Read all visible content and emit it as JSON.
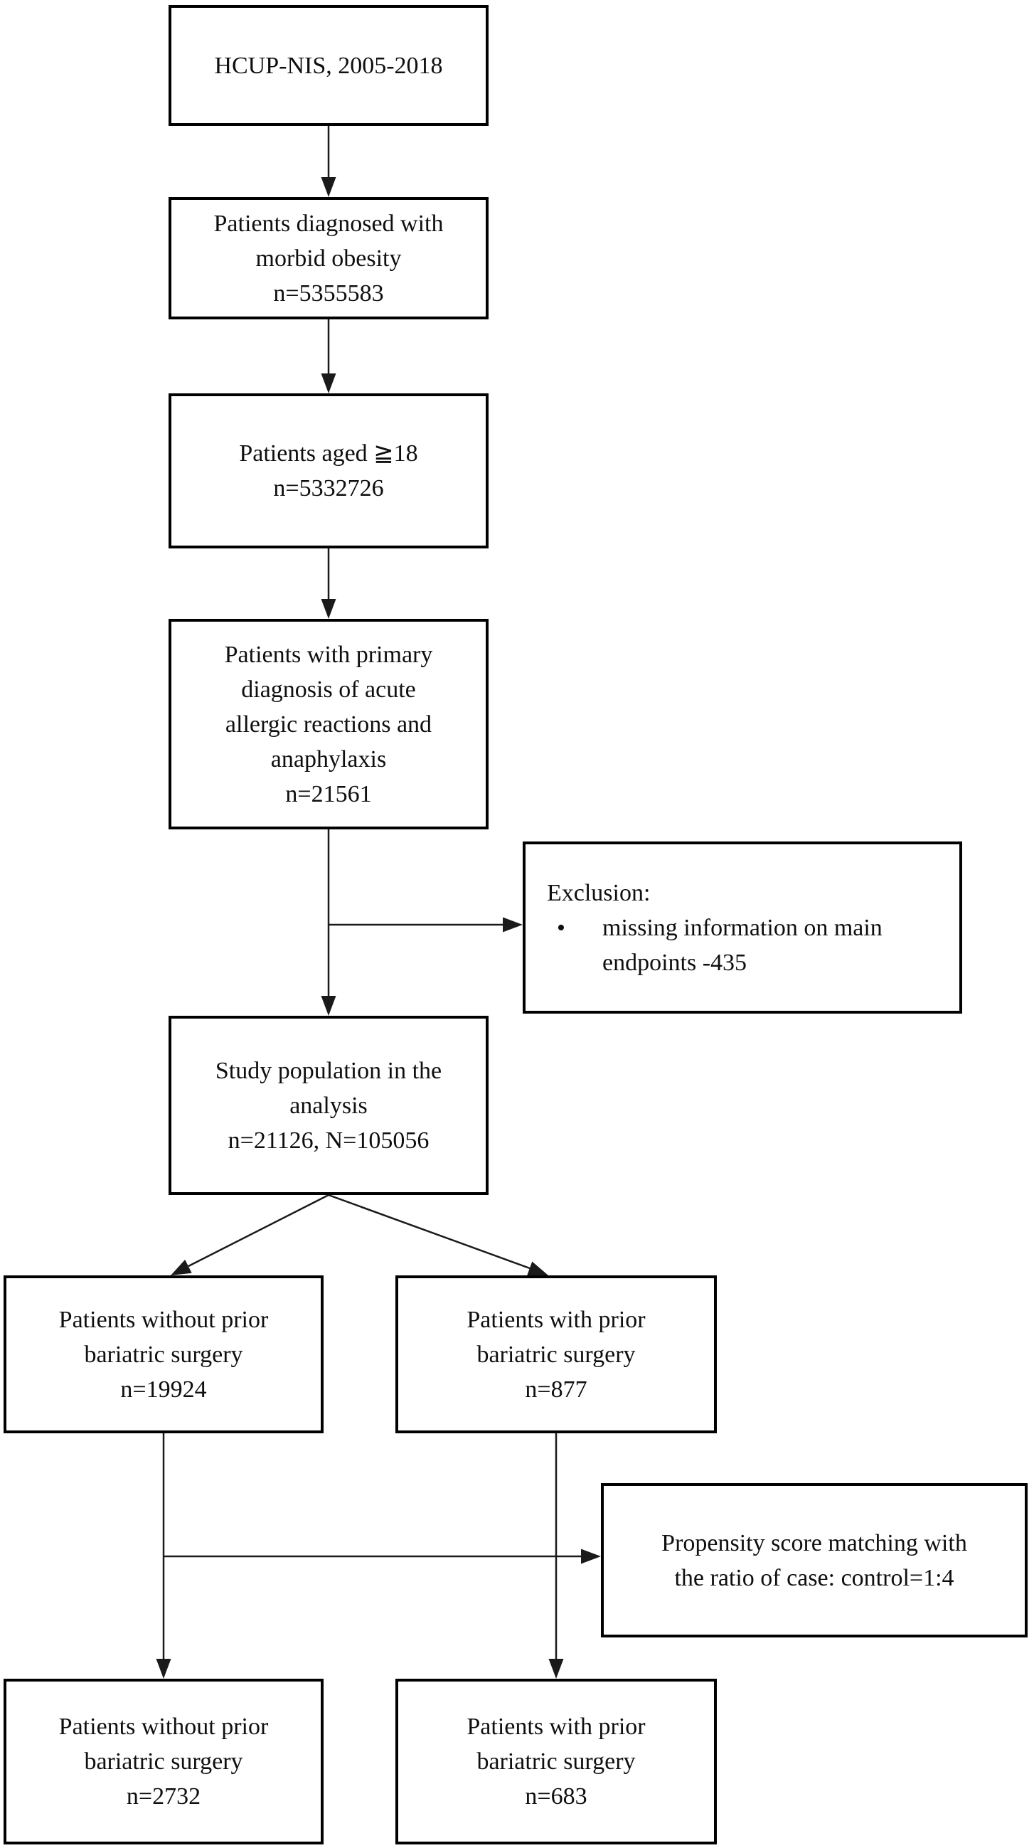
{
  "diagram": {
    "type": "flowchart",
    "description": "Patient selection flow diagram",
    "colors": {
      "background": "#ffffff",
      "box_border": "#000000",
      "text": "#0f0f0f",
      "connector": "#1a1a1a"
    },
    "boxes": {
      "source": {
        "lines": [
          "HCUP-NIS, 2005-2018"
        ]
      },
      "diagnosed": {
        "lines": [
          "Patients diagnosed with",
          "morbid obesity",
          "n=5355583"
        ]
      },
      "aged": {
        "lines": [
          "Patients aged ≧18",
          "n=5332726"
        ]
      },
      "primary_dx": {
        "lines": [
          "Patients with primary",
          "diagnosis of acute",
          "allergic reactions and",
          "anaphylaxis",
          "n=21561"
        ]
      },
      "exclusion": {
        "heading": "Exclusion:",
        "bullet_glyph": "•",
        "items": [
          "missing information on main endpoints -435"
        ]
      },
      "study_pop": {
        "lines": [
          "Study population in the",
          "analysis",
          "n=21126, N=105056"
        ]
      },
      "without_prior": {
        "lines": [
          "Patients without prior",
          "bariatric surgery",
          "n=19924"
        ]
      },
      "with_prior": {
        "lines": [
          "Patients with prior",
          "bariatric surgery",
          "n=877"
        ]
      },
      "psm": {
        "lines": [
          "Propensity score matching with",
          "the ratio of case: control=1:4"
        ]
      },
      "without_prior_matched": {
        "lines": [
          "Patients without prior",
          "bariatric surgery",
          "n=2732"
        ]
      },
      "with_prior_matched": {
        "lines": [
          "Patients with prior",
          "bariatric surgery",
          "n=683"
        ]
      }
    }
  }
}
